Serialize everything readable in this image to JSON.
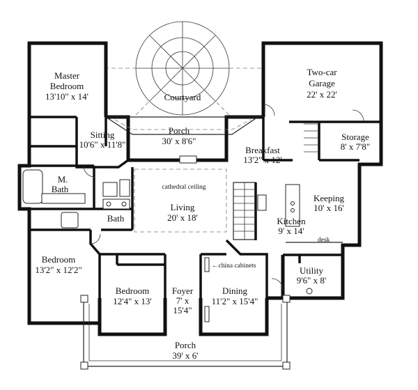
{
  "rooms": {
    "master_bedroom": {
      "name_line1": "Master",
      "name_line2": "Bedroom",
      "size": "13'10\"  x  14'"
    },
    "courtyard": {
      "name": "Courtyard"
    },
    "two_car_garage": {
      "name_line1": "Two-car",
      "name_line2": "Garage",
      "size": "22'  x  22'"
    },
    "porch_rear": {
      "name": "Porch",
      "size": "30'  x  8'6\""
    },
    "sitting": {
      "name": "Sitting",
      "size": "10'6\"  x  11'8\""
    },
    "storage": {
      "name": "Storage",
      "size": "8'  x  7'8\""
    },
    "breakfast": {
      "name": "Breakfast",
      "size": "13'2\"  x  12'"
    },
    "master_bath": {
      "name_line1": "M.",
      "name_line2": "Bath"
    },
    "living": {
      "name": "Living",
      "size": "20'  x  18'",
      "note": "cathedral ceiling"
    },
    "keeping": {
      "name": "Keeping",
      "size": "10'  x  16'"
    },
    "kitchen": {
      "name": "Kitchen",
      "size": "9'  x  14'"
    },
    "bath": {
      "name": "Bath"
    },
    "bedroom_left": {
      "name": "Bedroom",
      "size": "13'2\"  x  12'2\""
    },
    "bedroom_front": {
      "name": "Bedroom",
      "size": "12'4\"  x  13'"
    },
    "foyer": {
      "name": "Foyer",
      "size_line1": "7'   x",
      "size_line2": "15'4\""
    },
    "dining": {
      "name": "Dining",
      "size": "11'2\"  x  15'4\"",
      "note": "←china cabinets"
    },
    "utility": {
      "name": "Utility",
      "size": "9'6\"  x  8'"
    },
    "porch_front": {
      "name": "Porch",
      "size": "39'  x  6'"
    }
  },
  "misc": {
    "desk": "desk"
  }
}
